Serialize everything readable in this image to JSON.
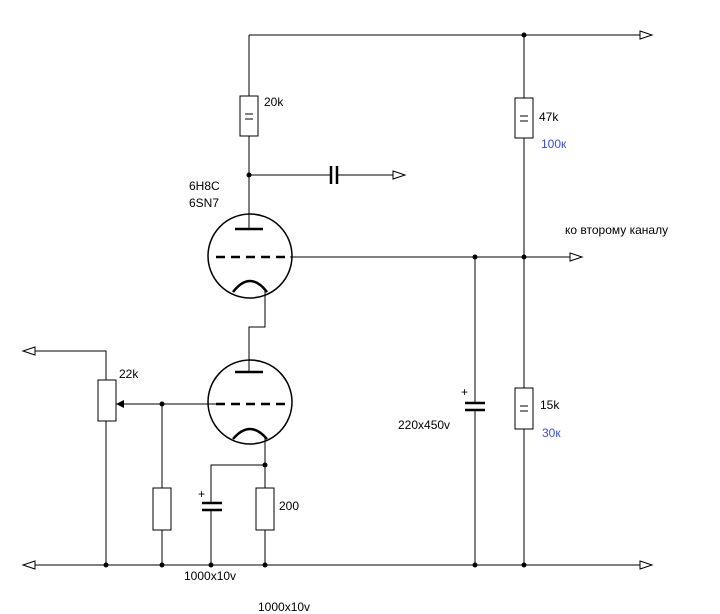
{
  "labels": {
    "r_plate": "20k",
    "r_div_top": "47k",
    "r_div_top_alt": "100к",
    "r_div_bottom": "15k",
    "r_div_bottom_alt": "30к",
    "pot": "22k",
    "r_cathode": "200",
    "tube_name": "6Н8С",
    "tube_alt": "6SN7",
    "next_channel": "ко второму каналу",
    "cap_filter": "220x450v",
    "cap_cathode": "1000x10v",
    "cap_cathode_ghost": "1000x10v"
  },
  "colors": {
    "ink": "#000000",
    "alt_value": "#3a4fd4"
  }
}
